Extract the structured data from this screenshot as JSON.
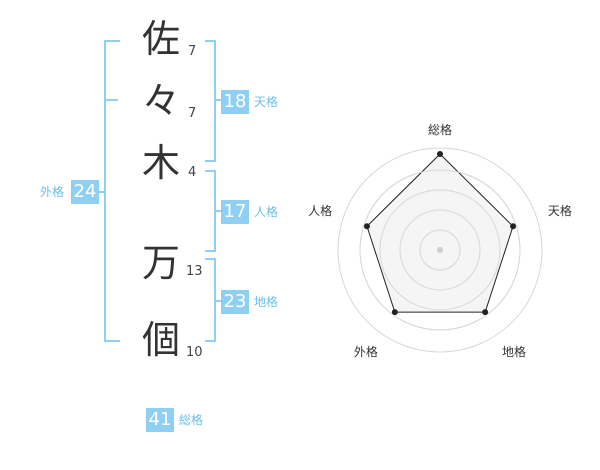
{
  "name": {
    "characters": [
      {
        "char": "佐",
        "strokes": "7"
      },
      {
        "char": "々",
        "strokes": "7"
      },
      {
        "char": "木",
        "strokes": "4"
      },
      {
        "char": "万",
        "strokes": "13"
      },
      {
        "char": "個",
        "strokes": "10"
      }
    ]
  },
  "fortune": {
    "tenkaku": {
      "value": "18",
      "label": "天格"
    },
    "jinkaku": {
      "value": "17",
      "label": "人格"
    },
    "chikaku": {
      "value": "23",
      "label": "地格"
    },
    "gaikaku": {
      "value": "24",
      "label": "外格"
    },
    "soukaku": {
      "value": "41",
      "label": "総格"
    }
  },
  "chart_data": {
    "type": "radar",
    "axes": [
      "総格",
      "天格",
      "地格",
      "外格",
      "人格"
    ],
    "values": [
      5,
      4,
      4,
      4,
      4
    ],
    "max": 5,
    "rings": 4,
    "colors": {
      "fill": "#f2f2f2",
      "line": "#222222",
      "rings": "#d8d8d8"
    }
  },
  "colors": {
    "accent": "#8fd0f2",
    "accent_text": "#6cc0ec"
  }
}
